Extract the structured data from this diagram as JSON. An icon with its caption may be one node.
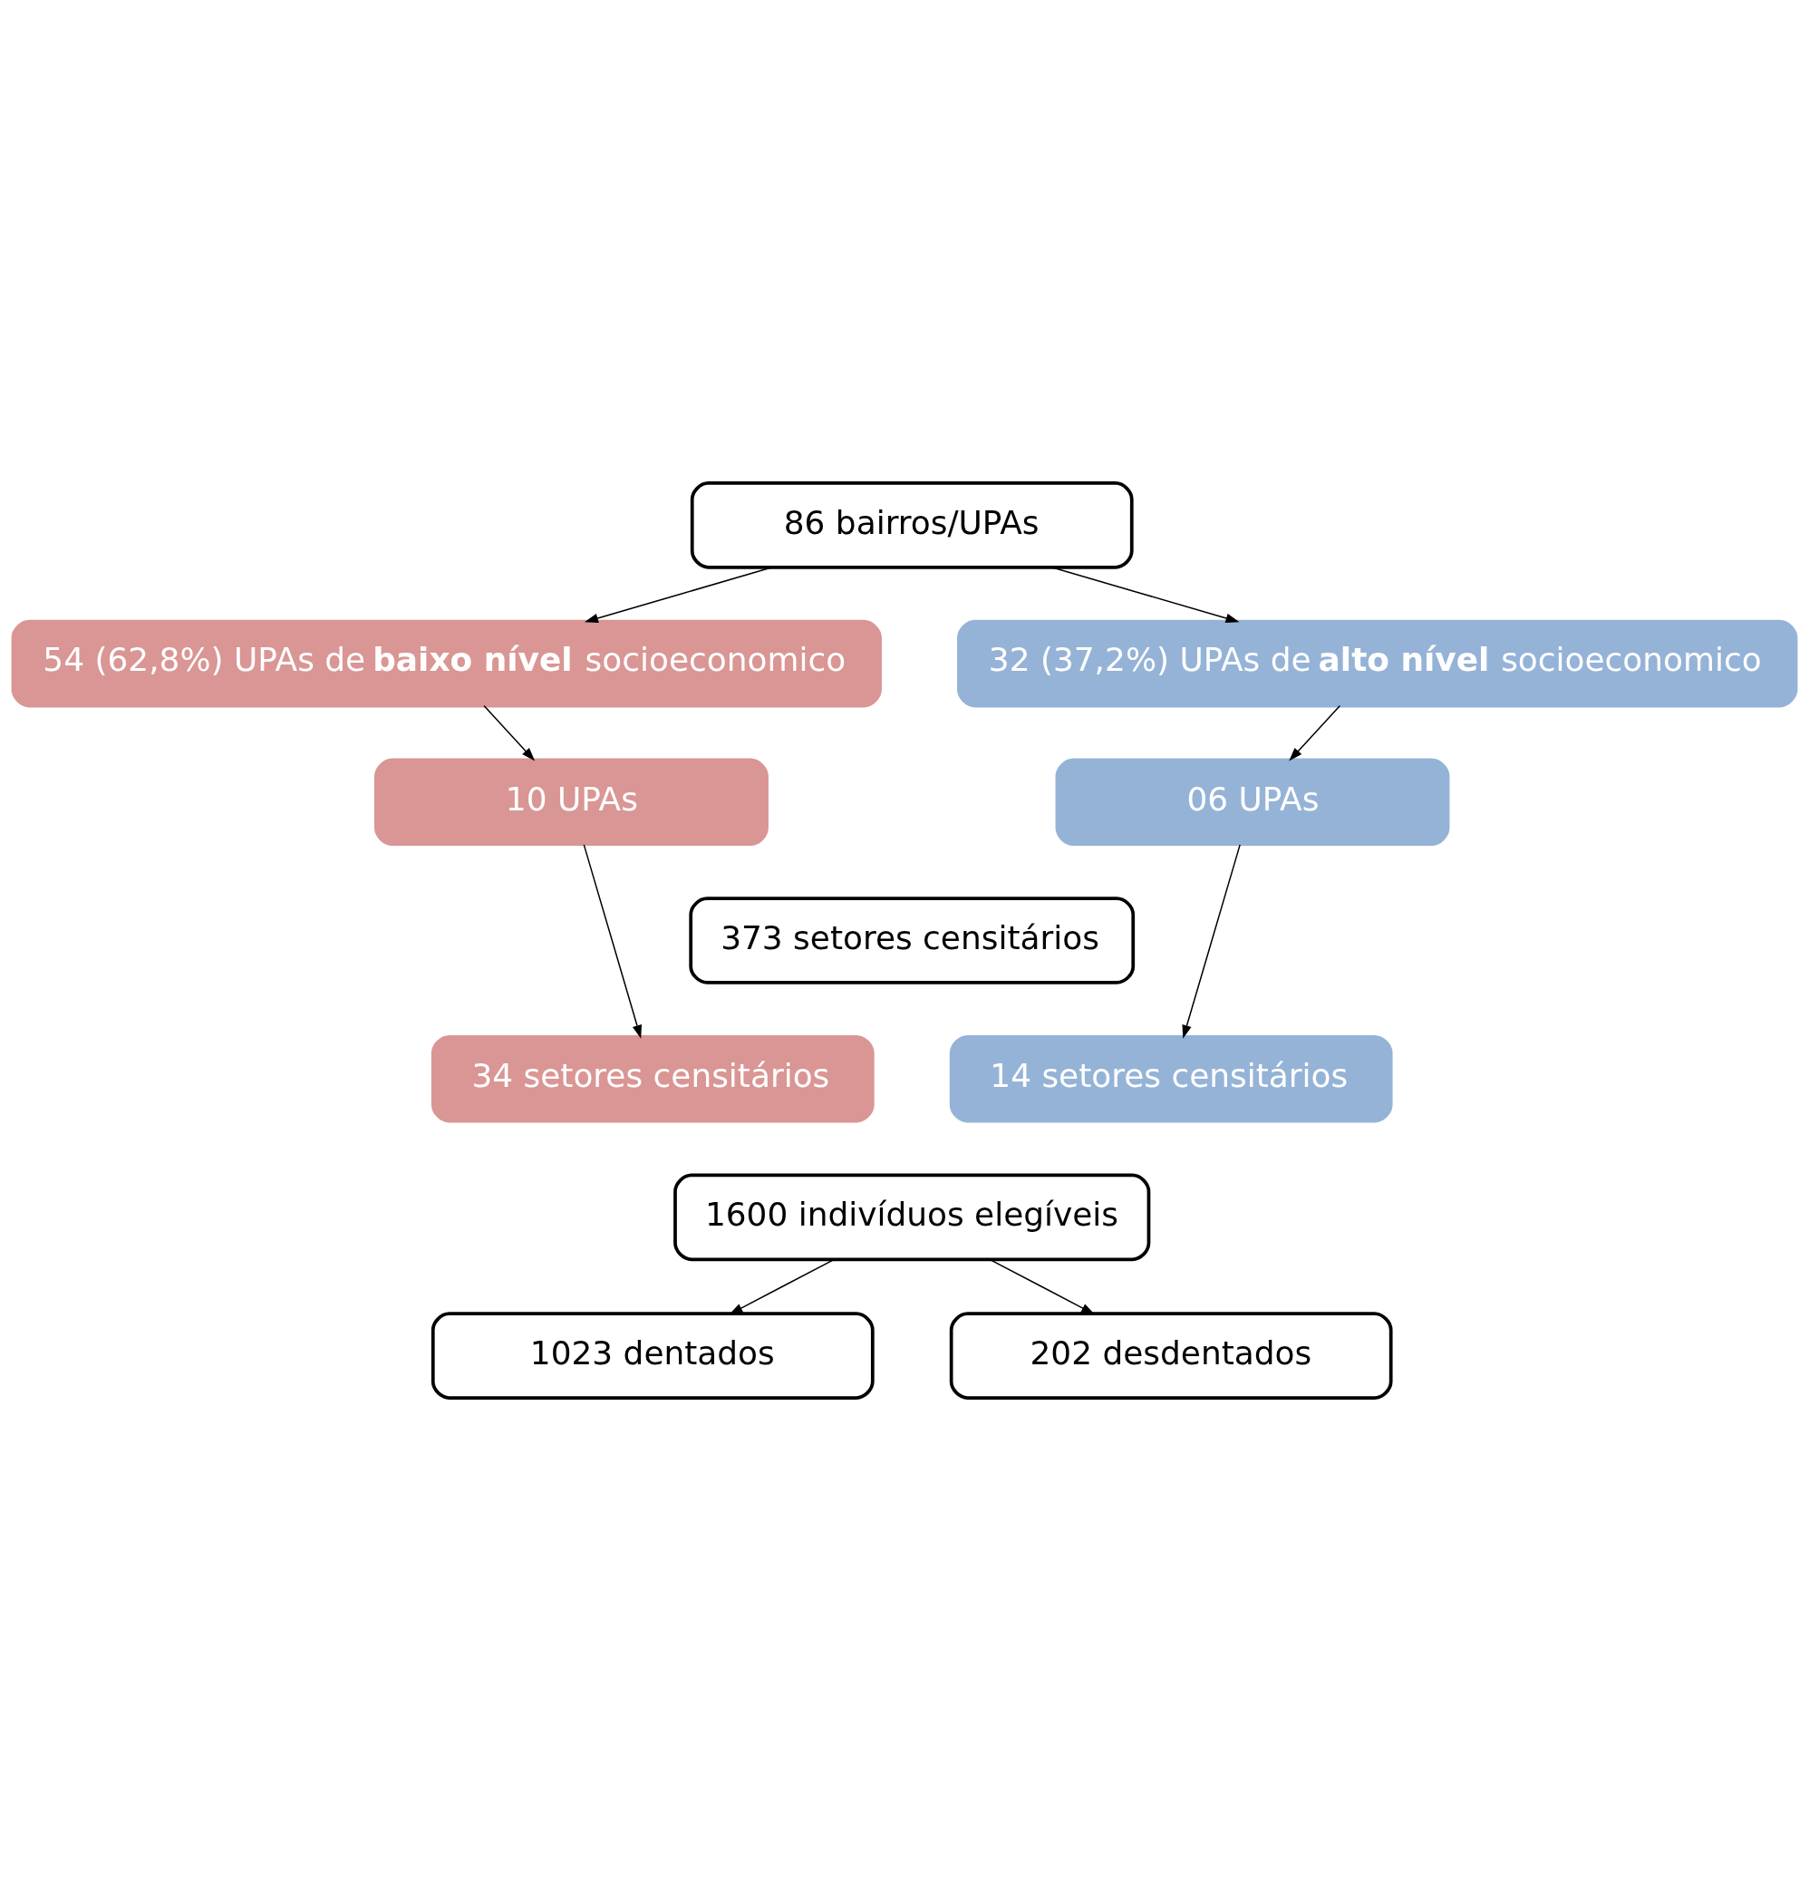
{
  "diagram": {
    "nodes": [
      {
        "text": [
          "86 bairros/UPAs"
        ]
      },
      {
        "text": [
          "54 (62,8%) UPAs de **baixo nível** socioeconomico"
        ]
      },
      {
        "text": [
          "32 (37,2%) UPAs de **alto nível** socioeconomico"
        ]
      },
      {
        "text": [
          "10 UPAs"
        ]
      },
      {
        "text": [
          "06 UPAs"
        ]
      },
      {
        "text": [
          "373 setores censitários"
        ]
      },
      {
        "text": [
          "34 setores censitários"
        ]
      },
      {
        "text": [
          "14 setores censitários"
        ]
      },
      {
        "text": [
          "1600 indivíduos elegíveis"
        ]
      },
      {
        "text": [
          "1023 dentados"
        ]
      },
      {
        "text": [
          "202 desdentados"
        ]
      }
    ],
    "edges": [
      {
        "from": 0,
        "to": 1,
        "arrow": "to"
      },
      {
        "from": 0,
        "to": 2,
        "arrow": "to"
      },
      {
        "from": 1,
        "to": 3,
        "arrow": "to"
      },
      {
        "from": 2,
        "to": 4,
        "arrow": "to"
      },
      {
        "from": 3,
        "to": 6,
        "arrow": "to"
      },
      {
        "from": 4,
        "to": 7,
        "arrow": "to"
      },
      {
        "from": 8,
        "to": 9,
        "arrow": "to"
      },
      {
        "from": 8,
        "to": 10,
        "arrow": "to"
      }
    ]
  }
}
